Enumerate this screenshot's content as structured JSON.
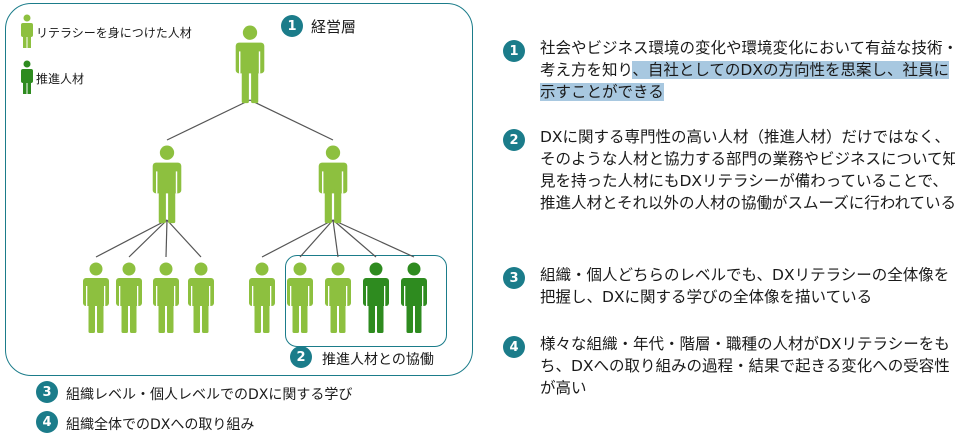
{
  "colors": {
    "accent": "#1b7c8a",
    "literacy_person": "#8dc03f",
    "promoter_person": "#2e8b1f",
    "highlight": "#a8c8e0"
  },
  "legend": {
    "literacy_label": "リテラシーを身につけた人材",
    "promoter_label": "推進人材"
  },
  "diagram": {
    "badge1": "1",
    "label1": "経営層",
    "badge2": "2",
    "label2": "推進人材との協働",
    "badge3": "3",
    "label3": "組織レベル・個人レベルでのDXに関する学び",
    "badge4": "4",
    "label4": "組織全体でのDXへの取り組み"
  },
  "items": [
    {
      "num": "1",
      "text_plain": "社会やビジネス環境の変化や環境変化において有益な技術・考え方を知り",
      "text_highlight": "、自社としてのDXの方向性を思案し、社員に示すことができる"
    },
    {
      "num": "2",
      "text": "DXに関する専門性の高い人材（推進人材）だけではなく、そのような人材と協力する部門の業務やビジネスについて知見を持った人材にもDXリテラシーが備わっていることで、推進人材とそれ以外の人材の協働がスムーズに行われている"
    },
    {
      "num": "3",
      "text": "組織・個人どちらのレベルでも、DXリテラシーの全体像を把握し、DXに関する学びの全体像を描いている"
    },
    {
      "num": "4",
      "text": "様々な組織・年代・階層・職種の人材がDXリテラシーをもち、DXへの取り組みの過程・結果で起きる変化への受容性が高い"
    }
  ],
  "people": [
    {
      "role": "executive",
      "type": "literacy"
    },
    {
      "role": "manager",
      "type": "literacy"
    },
    {
      "role": "manager",
      "type": "literacy"
    },
    {
      "role": "staff",
      "type": "literacy"
    },
    {
      "role": "staff",
      "type": "literacy"
    },
    {
      "role": "staff",
      "type": "literacy"
    },
    {
      "role": "staff",
      "type": "literacy"
    },
    {
      "role": "staff",
      "type": "literacy"
    },
    {
      "role": "staff",
      "type": "literacy"
    },
    {
      "role": "staff",
      "type": "literacy"
    },
    {
      "role": "staff",
      "type": "promoter"
    },
    {
      "role": "staff",
      "type": "promoter"
    }
  ]
}
